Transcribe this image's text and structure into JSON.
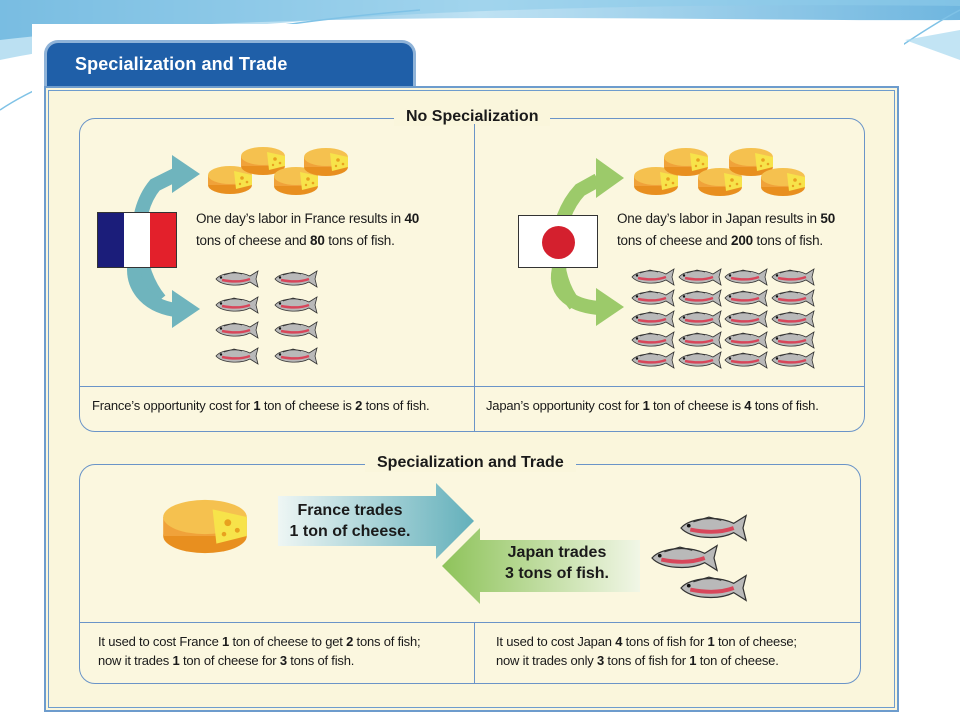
{
  "title": "Specialization and Trade",
  "colors": {
    "title_tab": "#1f5fa8",
    "panel_bg": "#faf6dc",
    "border": "#6a94c8",
    "cheese": "#f0a23a",
    "cheese_face": "#f7e34a",
    "france_arrow": "#6fb4bd",
    "japan_arrow": "#9cca6a",
    "fish_stripe": "#d8465a"
  },
  "no_specialization": {
    "label": "No Specialization",
    "france": {
      "desc_line1_pre": "One day’s labor in France results in ",
      "desc_line1_num": "40",
      "desc_line2_pre": "tons of cheese and ",
      "desc_line2_num": "80",
      "desc_line2_post": " tons of fish.",
      "cost_pre": "France’s opportunity cost for ",
      "cost_num1": "1",
      "cost_mid": " ton of cheese is ",
      "cost_num2": "2",
      "cost_post": " tons of fish.",
      "flag_icon": "france-flag-icon"
    },
    "japan": {
      "desc_line1_pre": "One day’s labor in Japan results in ",
      "desc_line1_num": "50",
      "desc_line2_pre": "tons of cheese and ",
      "desc_line2_num": "200",
      "desc_line2_post": " tons of fish.",
      "cost_pre": "Japan’s opportunity cost for ",
      "cost_num1": "1",
      "cost_mid": " ton of cheese is ",
      "cost_num2": "4",
      "cost_post": " tons of fish.",
      "flag_icon": "japan-flag-icon"
    }
  },
  "specialization_and_trade": {
    "label": "Specialization and Trade",
    "france_trades_line1": "France trades",
    "france_trades_line2": "1 ton of cheese.",
    "japan_trades_line1": "Japan trades",
    "japan_trades_line2": "3 tons of fish.",
    "france_result": {
      "l1_pre": "It used to cost France ",
      "l1_num1": "1",
      "l1_mid": " ton of cheese to get ",
      "l1_num2": "2",
      "l1_post": " tons of fish;",
      "l2_pre": "now it trades ",
      "l2_num1": "1",
      "l2_mid": " ton of cheese for ",
      "l2_num2": "3",
      "l2_post": " tons of fish."
    },
    "japan_result": {
      "l1_pre": "It used to cost Japan ",
      "l1_num1": "4",
      "l1_mid": " tons of fish for ",
      "l1_num2": "1",
      "l1_post": " ton of cheese;",
      "l2_pre": "now it trades only ",
      "l2_num1": "3",
      "l2_mid": " tons of fish for ",
      "l2_num2": "1",
      "l2_post": " ton of cheese."
    }
  }
}
